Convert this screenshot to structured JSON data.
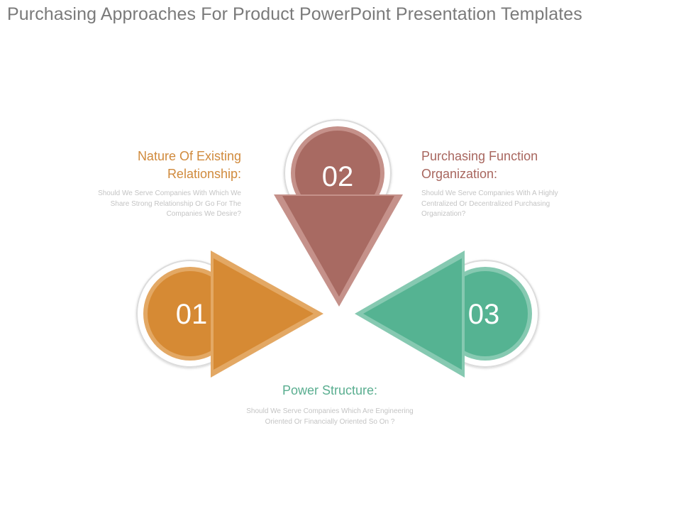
{
  "title": "Purchasing Approaches For Product PowerPoint Presentation Templates",
  "items": [
    {
      "number": "01",
      "heading": "Nature Of Existing Relationship:",
      "description": "Should We Serve Companies With Which We Share Strong Relationship Or Go For The Companies We Desire?",
      "color": "#d68a34"
    },
    {
      "number": "02",
      "heading": "Purchasing Function Organization:",
      "description": "Should We Serve Companies With A Highly Centralized Or Decentralized Purchasing Organization?",
      "color": "#a86a62"
    },
    {
      "number": "03",
      "heading": "Power Structure:",
      "description": "Should We Serve Companies Which Are Engineering Oriented Or Financially Oriented So On ?",
      "color": "#55b392"
    }
  ]
}
